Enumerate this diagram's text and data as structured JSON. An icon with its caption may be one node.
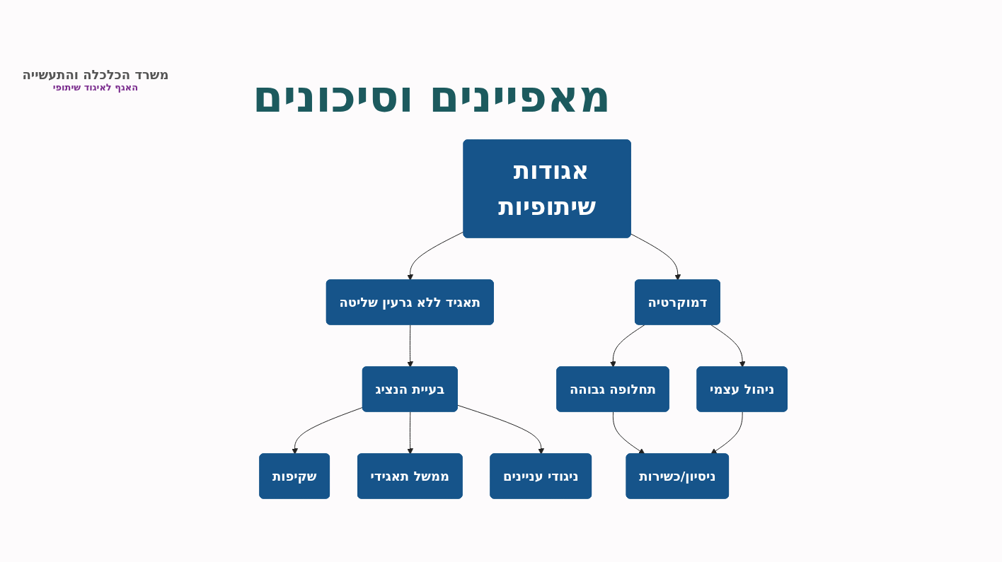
{
  "diagram": {
    "title": "מאפיינים וסיכונים",
    "nodes": [
      {
        "text": [
          "אגודות שיתופיות"
        ]
      },
      {
        "text": [
          "תאגיד ללא גרעין שליטה"
        ]
      },
      {
        "text": [
          "דמוקרטיה"
        ]
      },
      {
        "text": [
          "בעיית הנציג"
        ]
      },
      {
        "text": [
          "תחלופה גבוהה"
        ]
      },
      {
        "text": [
          "ניהול עצמי"
        ]
      },
      {
        "text": [
          "שקיפות"
        ]
      },
      {
        "text": [
          "ממשל תאגידי"
        ]
      },
      {
        "text": [
          "ניגודי עניינים"
        ]
      },
      {
        "text": [
          "ניסיון/כשירות"
        ]
      }
    ],
    "edges": [
      {
        "from": 0,
        "to": 1,
        "arrow": "to"
      },
      {
        "from": 0,
        "to": 2,
        "arrow": "to"
      },
      {
        "from": 1,
        "to": 3,
        "arrow": "to"
      },
      {
        "from": 2,
        "to": 4,
        "arrow": "to"
      },
      {
        "from": 2,
        "to": 5,
        "arrow": "to"
      },
      {
        "from": 3,
        "to": 6,
        "arrow": "to"
      },
      {
        "from": 3,
        "to": 7,
        "arrow": "to"
      },
      {
        "from": 3,
        "to": 8,
        "arrow": "to"
      },
      {
        "from": 4,
        "to": 9,
        "arrow": "to"
      },
      {
        "from": 5,
        "to": 9,
        "arrow": "to"
      }
    ],
    "labels": [
      "משרד הכלכלה והתעשייה",
      "האגף לאיגוד שיתופי"
    ]
  }
}
